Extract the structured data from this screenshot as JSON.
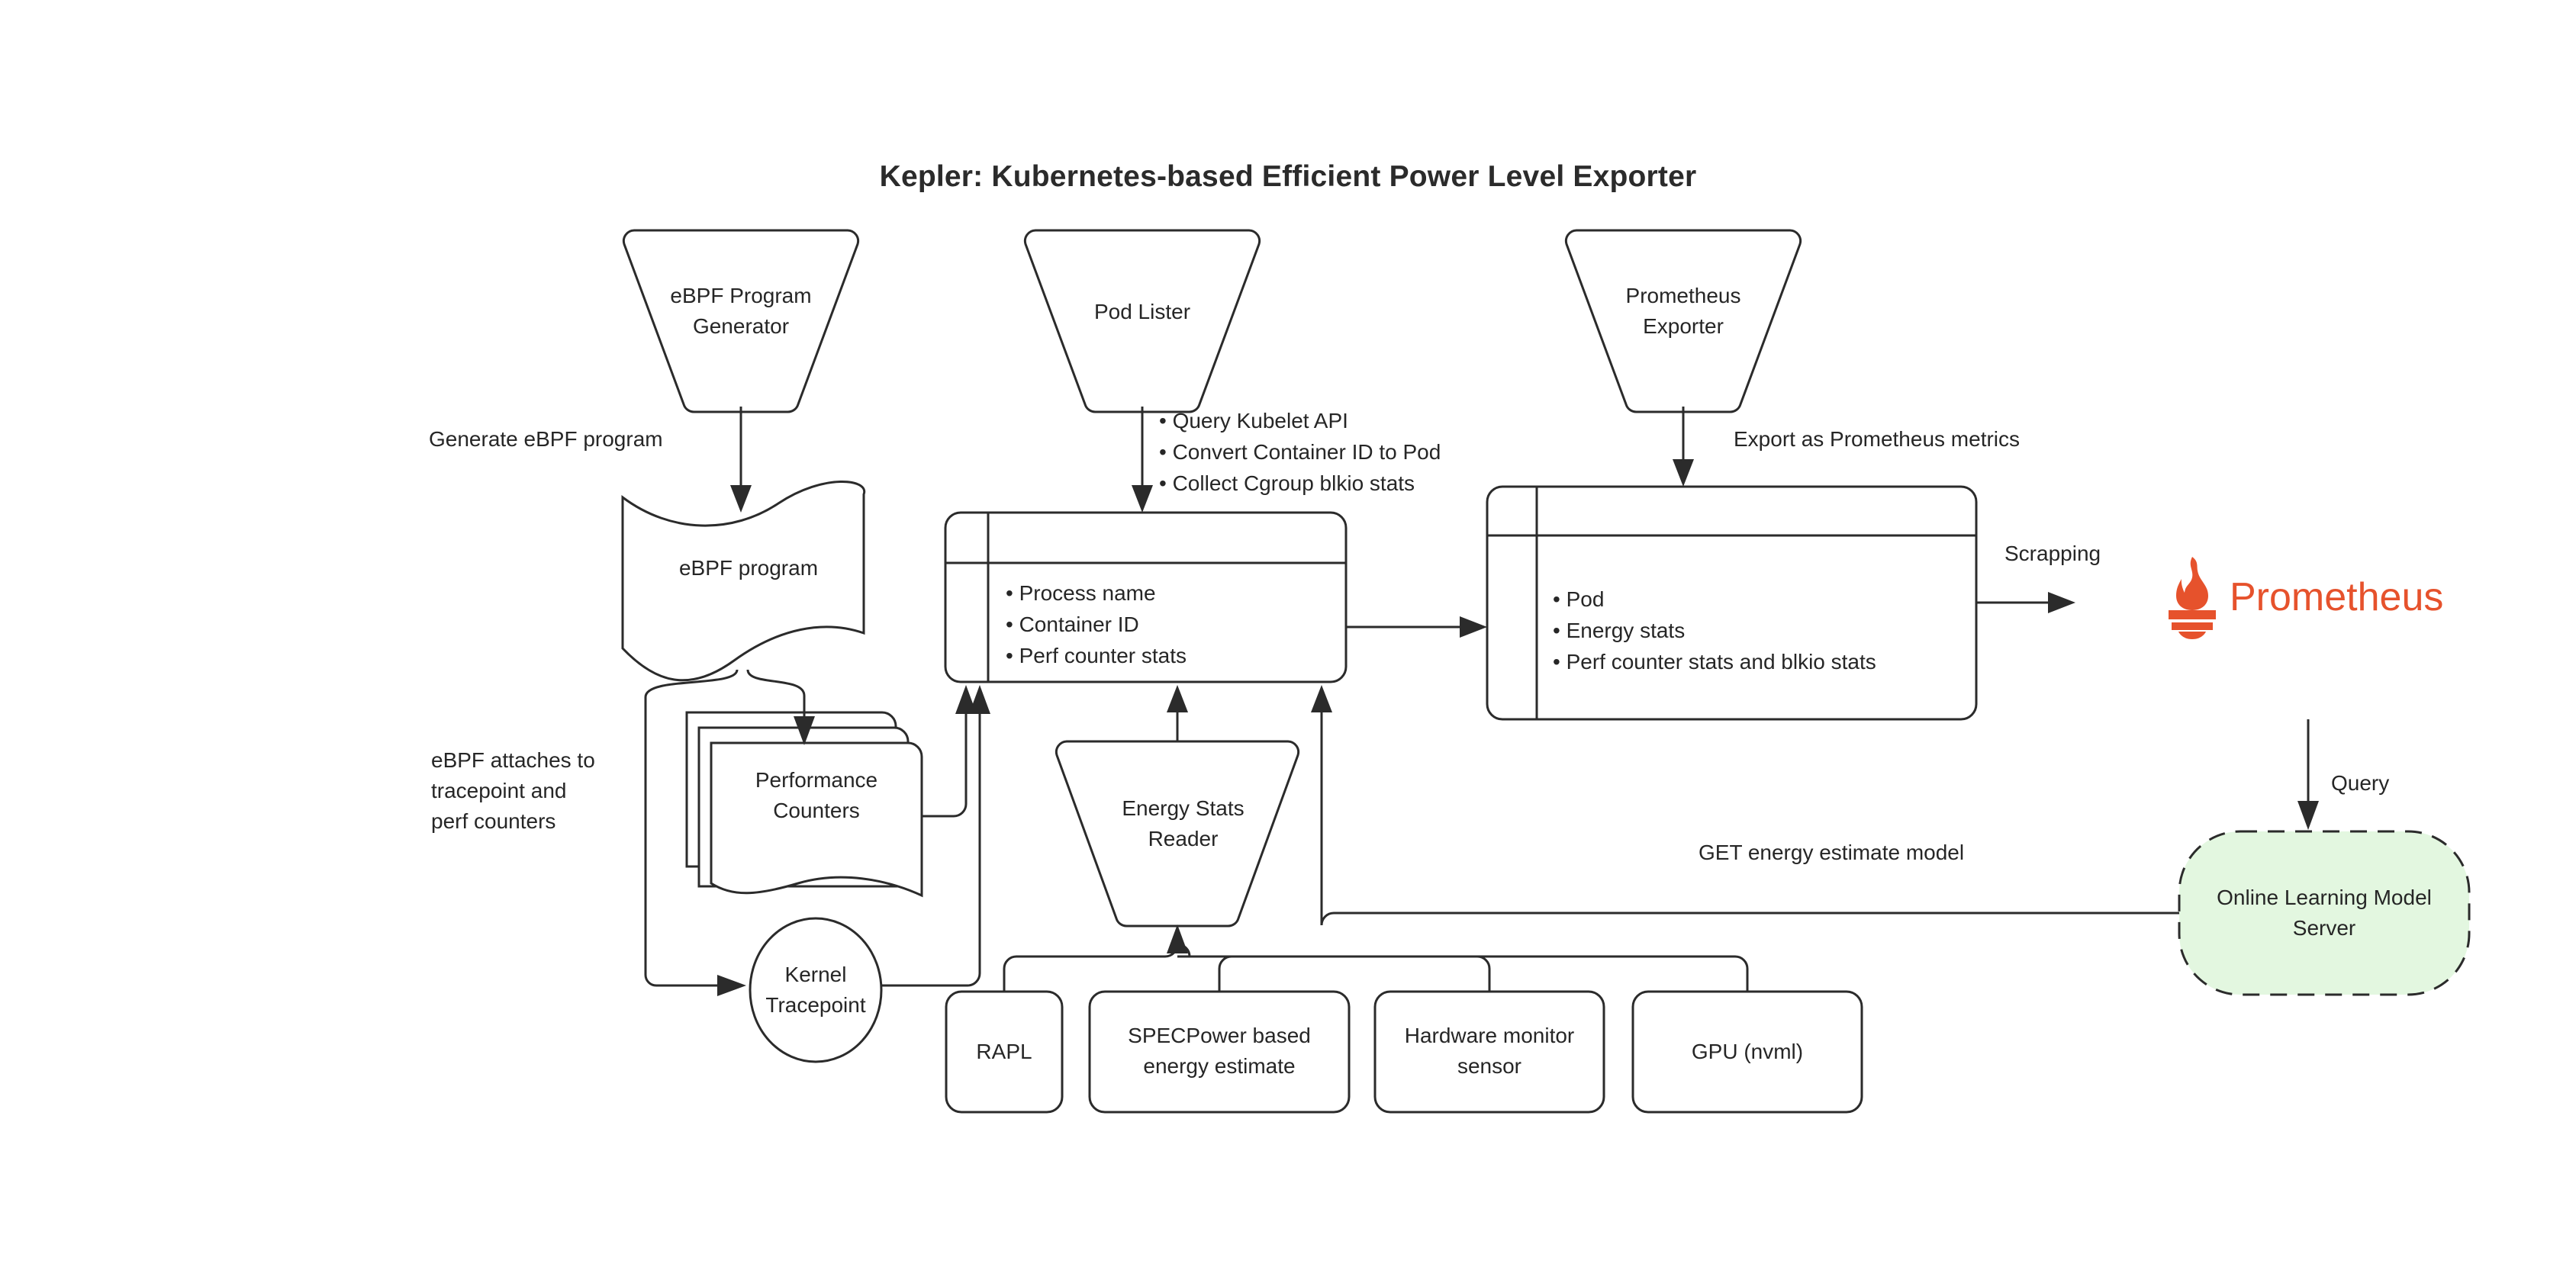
{
  "diagram": {
    "title": "Kepler: Kubernetes-based Efficient Power Level Exporter",
    "accent_color": "#e6522c",
    "green_fill": "#e3f7e0",
    "stroke_color": "#2b2b2b"
  },
  "nodes": {
    "ebpf_program_generator": {
      "label": "eBPF Program\nGenerator",
      "shape": "trapezoid"
    },
    "pod_lister": {
      "label": "Pod Lister",
      "shape": "trapezoid"
    },
    "prometheus_exporter": {
      "label": "Prometheus\nExporter",
      "shape": "trapezoid"
    },
    "ebpf_program": {
      "label": "eBPF program",
      "shape": "tape"
    },
    "performance_counters": {
      "label": "Performance\nCounters",
      "shape": "multi-document"
    },
    "kernel_tracepoint": {
      "label": "Kernel\nTracepoint",
      "shape": "ellipse"
    },
    "energy_stats_reader": {
      "label": "Energy Stats\nReader",
      "shape": "trapezoid"
    },
    "rapl": {
      "label": "RAPL",
      "shape": "rounded-rect"
    },
    "specpower": {
      "label": "SPECPower based\nenergy estimate",
      "shape": "rounded-rect"
    },
    "hardware_monitor": {
      "label": "Hardware monitor\nsensor",
      "shape": "rounded-rect"
    },
    "gpu_nvml": {
      "label": "GPU (nvml)",
      "shape": "rounded-rect"
    },
    "online_learning_model_server": {
      "label": "Online Learning Model\nServer",
      "shape": "rounded-rect-dashed"
    },
    "prometheus": {
      "label": "Prometheus",
      "shape": "logo"
    }
  },
  "collector_box": {
    "shape": "object-table",
    "bullets": [
      "• Process name",
      "• Container ID",
      "• Perf counter stats"
    ]
  },
  "exporter_box": {
    "shape": "object-table",
    "bullets": [
      "• Pod",
      "• Energy stats",
      "• Perf counter stats and blkio stats"
    ]
  },
  "edge_labels": {
    "generate_ebpf": "Generate eBPF program",
    "pod_lister_bullets": [
      "• Query Kubelet API",
      "• Convert Container ID to Pod",
      "• Collect Cgroup blkio stats"
    ],
    "export_metrics": "Export as Prometheus metrics",
    "scrapping": "Scrapping",
    "ebpf_attaches": "eBPF attaches to\ntracepoint and\nperf counters",
    "get_energy_model": "GET energy estimate model",
    "query": "Query"
  }
}
